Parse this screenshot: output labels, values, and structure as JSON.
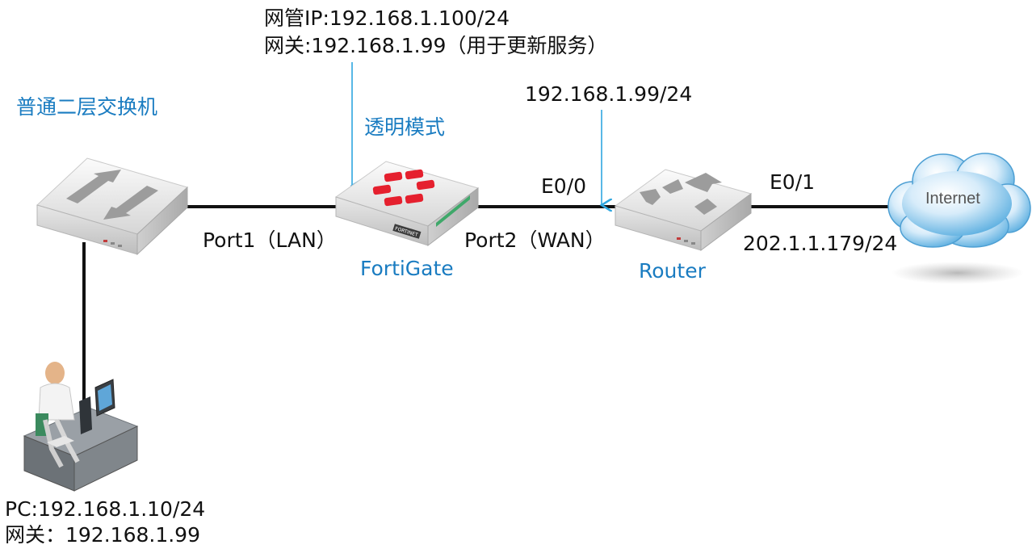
{
  "labels": {
    "mgmt_ip": "网管IP:192.168.1.100/24",
    "gateway_update": "网关:192.168.1.99（用于更新服务）",
    "switch_name": "普通二层交换机",
    "transparent_mode": "透明模式",
    "router_ip": "192.168.1.99/24",
    "e0_0": "E0/0",
    "e0_1": "E0/1",
    "port1": "Port1（LAN）",
    "port2": "Port2（WAN）",
    "fortigate": "FortiGate",
    "router": "Router",
    "wan_ip": "202.1.1.179/24",
    "pc_ip": "PC:192.168.1.10/24",
    "pc_gateway": "网关：192.168.1.99",
    "internet": "Internet",
    "fortinet_brand": "FORTINET"
  },
  "colors": {
    "accent_blue": "#1a7cc1",
    "arrow_blue": "#2fa7e0",
    "link_black": "#111111",
    "fortinet_red": "#e5202e"
  },
  "icons": [
    "switch-icon",
    "fortigate-icon",
    "router-icon",
    "internet-cloud-icon",
    "pc-user-icon"
  ]
}
